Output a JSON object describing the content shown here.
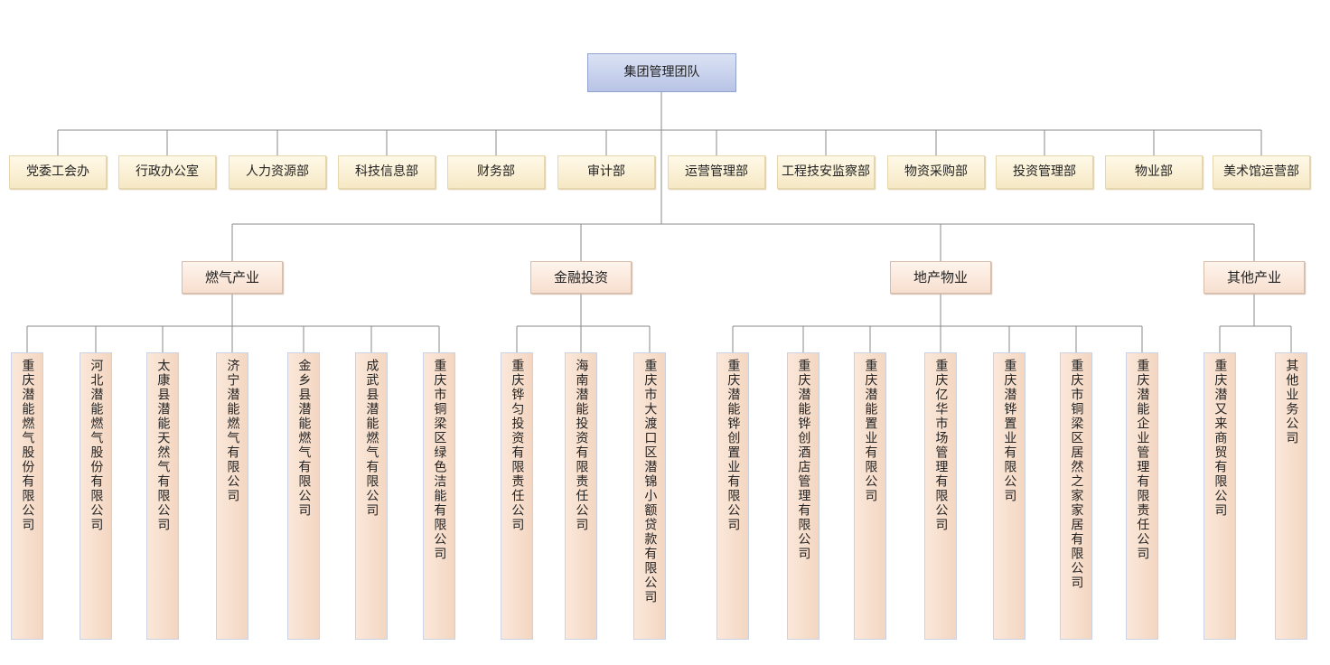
{
  "root": "集团管理团队",
  "departments": [
    "党委工会办",
    "行政办公室",
    "人力资源部",
    "科技信息部",
    "财务部",
    "审计部",
    "运营管理部",
    "工程技安监察部",
    "物资采购部",
    "投资管理部",
    "物业部",
    "美术馆运营部"
  ],
  "sectors": [
    {
      "name": "燃气产业",
      "companies": [
        "重庆潜能燃气股份有限公司",
        "河北潜能燃气股份有限公司",
        "太康县潜能天然气有限公司",
        "济宁潜能燃气有限公司",
        "金乡县潜能燃气有限公司",
        "成武县潜能燃气有限公司",
        "重庆市铜梁区绿色洁能有限公司"
      ]
    },
    {
      "name": "金融投资",
      "companies": [
        "重庆铧匀投资有限责任公司",
        "海南潜能投资有限责任公司",
        "重庆市大渡口区潜锦小额贷款有限公司"
      ]
    },
    {
      "name": "地产物业",
      "companies": [
        "重庆潜能铧创置业有限公司",
        "重庆潜能铧创酒店管理有限公司",
        "重庆潜能置业有限公司",
        "重庆亿华市场管理有限公司",
        "重庆潜铧置业有限公司",
        "重庆市铜梁区居然之家家居有限公司",
        "重庆潜能企业管理有限责任公司"
      ]
    },
    {
      "name": "其他产业",
      "companies": [
        "重庆潜又来商贸有限公司",
        "其他业务公司"
      ]
    }
  ],
  "colors": {
    "line": "#8a8a8a",
    "root_fill": "#c6d0ee",
    "dept_fill": "#fbf0d4",
    "sector_fill": "#fae8dc",
    "company_fill": "#f7dccb"
  }
}
